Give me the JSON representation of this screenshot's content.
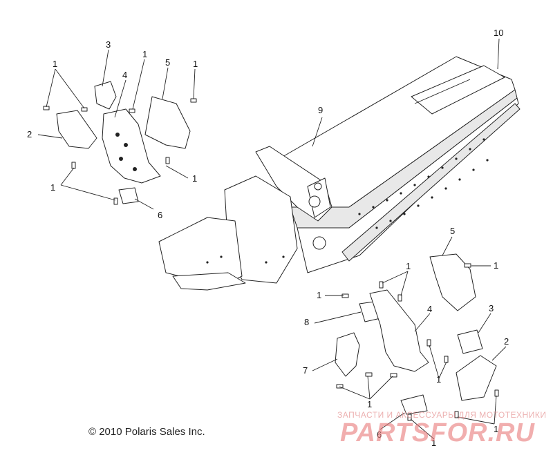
{
  "diagram": {
    "callouts": {
      "upper_bolt_a": "1",
      "upper_bracket_3": "3",
      "upper_bolt_b": "1",
      "upper_plate_4": "4",
      "upper_bracket_5": "5",
      "upper_bolt_c": "1",
      "upper_plate_2": "2",
      "upper_bolt_d": "1",
      "upper_bolt_e": "1",
      "upper_clip_6": "6",
      "frame_9": "9",
      "rail_10": "10",
      "lower_bracket_5": "5",
      "lower_bolt_a": "1",
      "lower_bolt_b": "1",
      "lower_bolt_c": "1",
      "lower_bracket_8": "8",
      "lower_plate_4": "4",
      "lower_bracket_3": "3",
      "lower_plate_2": "2",
      "lower_bracket_7": "7",
      "lower_bolt_d": "1",
      "lower_bolt_e": "1",
      "lower_clip_6": "6",
      "lower_bolt_f": "1",
      "lower_bolt_g": "1"
    },
    "copyright": "© 2010 Polaris Sales Inc."
  },
  "watermark": {
    "tagline": "ЗАПЧАСТИ И АКСЕССУАРЫ ДЛЯ МОТОТЕХНИКИ",
    "logo": "PARTSFOR.RU"
  },
  "colors": {
    "line": "#222222",
    "background": "#ffffff",
    "watermark": "#e87878"
  }
}
